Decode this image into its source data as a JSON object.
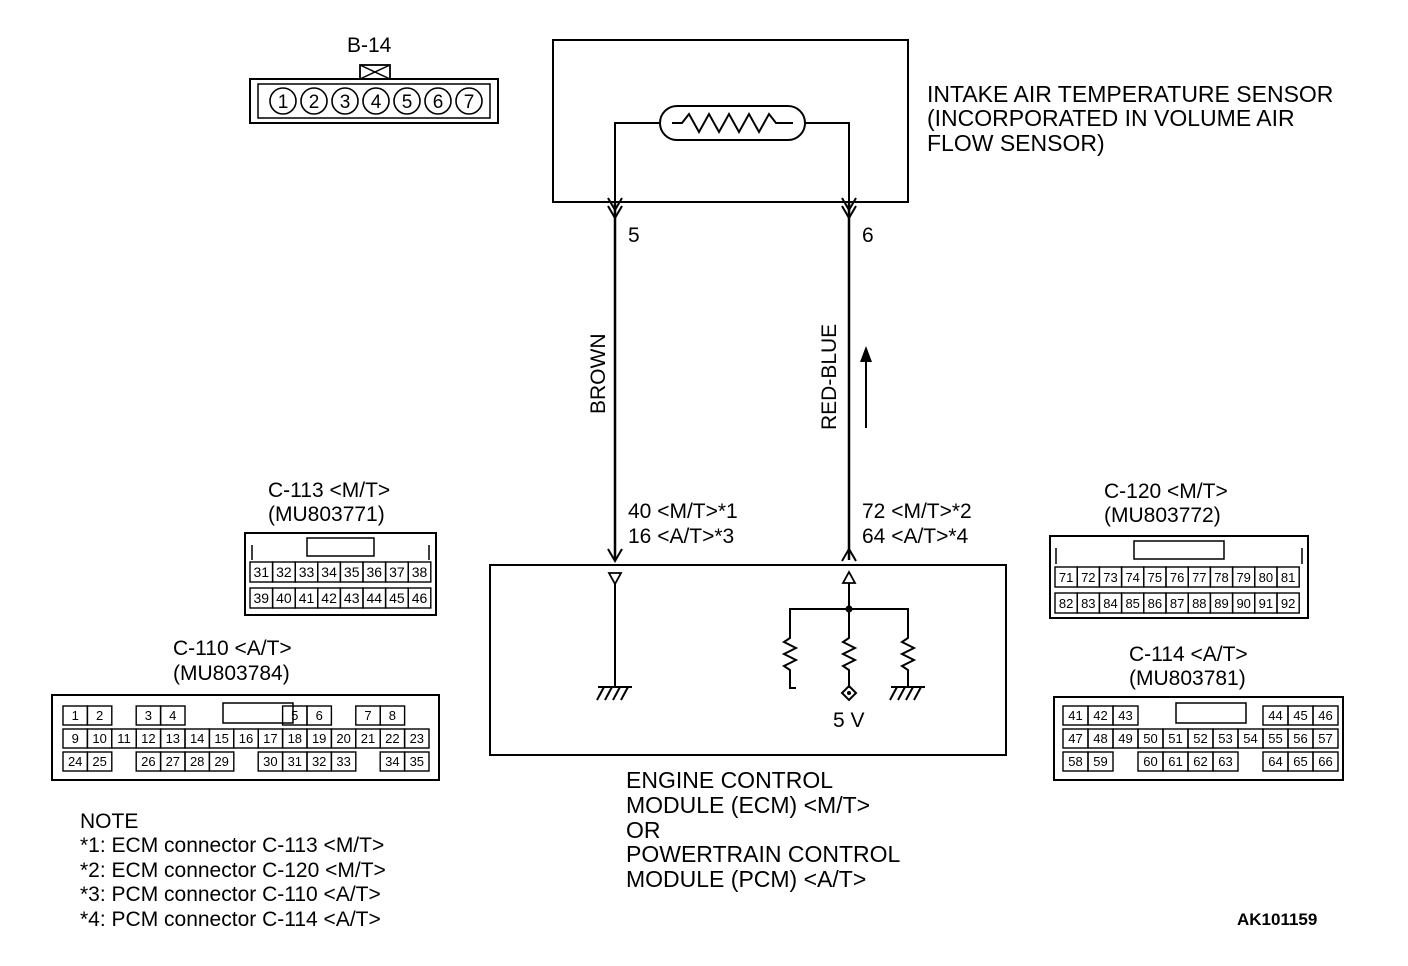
{
  "sensor": {
    "label_lines": [
      "INTAKE AIR TEMPERATURE SENSOR",
      "(INCORPORATED IN VOLUME AIR",
      "FLOW SENSOR)"
    ],
    "pin_left": "5",
    "pin_right": "6"
  },
  "wires": {
    "left": "BROWN",
    "right": "RED-BLUE"
  },
  "ecm_pins": {
    "left_lines": [
      "40 <M/T>*1",
      "16 <A/T>*3"
    ],
    "right_lines": [
      "72 <M/T>*2",
      "64 <A/T>*4"
    ]
  },
  "ecm": {
    "voltage": "5 V",
    "label_lines": [
      "ENGINE CONTROL",
      "MODULE (ECM) <M/T>",
      "OR",
      "POWERTRAIN CONTROL",
      "MODULE (PCM) <A/T>"
    ]
  },
  "connectors": {
    "b14": {
      "title": "B-14",
      "pins": [
        "1",
        "2",
        "3",
        "4",
        "5",
        "6",
        "7"
      ]
    },
    "c113": {
      "title": "C-113 <M/T>",
      "part": "(MU803771)",
      "rows": [
        [
          "31",
          "32",
          "33",
          "34",
          "35",
          "36",
          "37",
          "38"
        ],
        [
          "39",
          "40",
          "41",
          "42",
          "43",
          "44",
          "45",
          "46"
        ]
      ]
    },
    "c120": {
      "title": "C-120 <M/T>",
      "part": "(MU803772)",
      "rows": [
        [
          "71",
          "72",
          "73",
          "74",
          "75",
          "76",
          "77",
          "78",
          "79",
          "80",
          "81"
        ],
        [
          "82",
          "83",
          "84",
          "85",
          "86",
          "87",
          "88",
          "89",
          "90",
          "91",
          "92"
        ]
      ]
    },
    "c110": {
      "title": "C-110 <A/T>",
      "part": "(MU803784)",
      "rows": [
        [
          "1",
          "2",
          "",
          "3",
          "4",
          "",
          "",
          "",
          "",
          "5",
          "6",
          "",
          "7",
          "8"
        ],
        [
          "9",
          "10",
          "11",
          "12",
          "13",
          "14",
          "15",
          "16",
          "17",
          "18",
          "19",
          "20",
          "21",
          "22",
          "23"
        ],
        [
          "24",
          "25",
          "",
          "26",
          "27",
          "28",
          "29",
          "",
          "30",
          "31",
          "32",
          "33",
          "",
          "34",
          "35"
        ]
      ]
    },
    "c114": {
      "title": "C-114 <A/T>",
      "part": "(MU803781)",
      "rows": [
        [
          "41",
          "42",
          "43",
          "",
          "",
          "",
          "",
          "",
          "44",
          "45",
          "46"
        ],
        [
          "47",
          "48",
          "49",
          "50",
          "51",
          "52",
          "53",
          "54",
          "55",
          "56",
          "57"
        ],
        [
          "58",
          "59",
          "",
          "60",
          "61",
          "62",
          "63",
          "",
          "64",
          "65",
          "66"
        ]
      ]
    }
  },
  "note": {
    "title": "NOTE",
    "lines": [
      "*1: ECM connector C-113 <M/T>",
      "*2: ECM connector C-120 <M/T>",
      "*3: PCM connector C-110 <A/T>",
      "*4: PCM connector C-114 <A/T>"
    ]
  },
  "figure_id": "AK101159"
}
